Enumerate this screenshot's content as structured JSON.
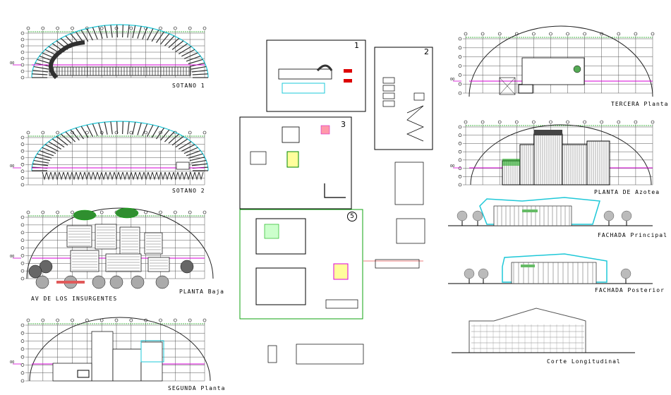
{
  "drawing_labels": {
    "sotano1": "SOTANO 1",
    "sotano2": "SOTANO 2",
    "planta_baja": "PLANTA Baja",
    "avenue": "AV DE LOS INSURGENTES",
    "segunda": "SEGUNDA Planta",
    "tercera": "TERCERA Planta",
    "azotea": "PLANTA DE Azotea",
    "fachada_principal": "FACHADA Principal",
    "fachada_posterior": "FACHADA Posterior",
    "corte": "Corte Longitudinal"
  },
  "detail_sheet_numbers": [
    "1",
    "2",
    "3",
    "5"
  ],
  "level_marker": "00",
  "colors": {
    "grid": "#555555",
    "arc": "#222222",
    "cyan": "#1ec8d8",
    "magenta": "#d400d4",
    "green": "#12a312",
    "hatch": "#303030"
  }
}
